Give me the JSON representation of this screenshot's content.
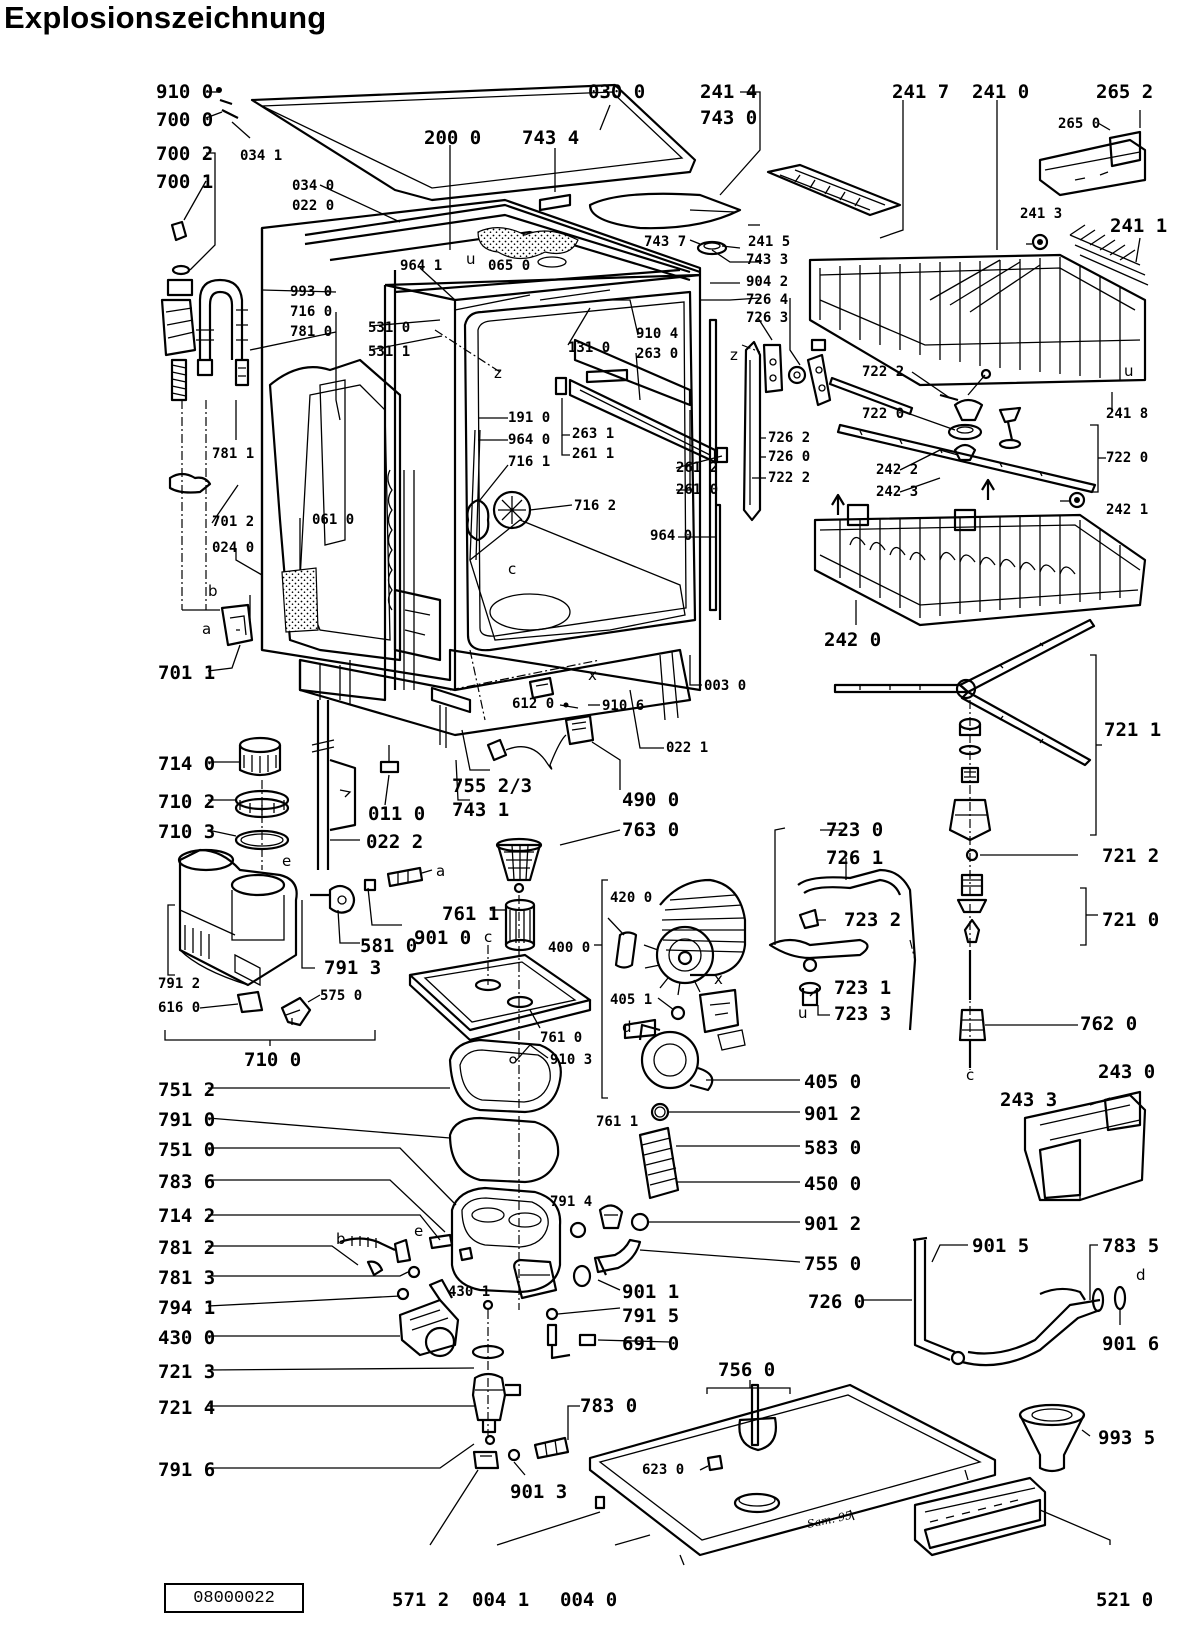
{
  "title": "Explosionszeichnung",
  "document_number": "08000022",
  "signature": "Sam. 95",
  "part_labels": [
    "910 0",
    "700 0",
    "700 2",
    "700 1",
    "034 1",
    "030 0",
    "200 0",
    "743 4",
    "241 4",
    "743 0",
    "241 7",
    "241 0",
    "265 2",
    "265 0",
    "034 0",
    "022 0",
    "743 7",
    "241 5",
    "241 3",
    "241 1",
    "065 0",
    "964 1",
    "743 3",
    "904 2",
    "726 4",
    "726 3",
    "993 0",
    "716 0",
    "781 0",
    "531 0",
    "531 1",
    "910 4",
    "263 0",
    "131 0",
    "722 2",
    "722 0",
    "241 8",
    "722 0",
    "781 1",
    "191 0",
    "964 0",
    "716 1",
    "263 1",
    "261 1",
    "261 2",
    "261 0",
    "726 2",
    "726 0",
    "722 2",
    "242 2",
    "242 3",
    "242 1",
    "701 2",
    "024 0",
    "061 0",
    "716 2",
    "964 0",
    "701 1",
    "242 0",
    "003 0",
    "612 0",
    "910 6",
    "022 1",
    "721 1",
    "714 0",
    "710 2",
    "710 3",
    "755 2/3",
    "743 1",
    "490 0",
    "011 0",
    "022 2",
    "763 0",
    "723 0",
    "726 1",
    "721 2",
    "420 0",
    "761 1",
    "400 0",
    "723 2",
    "721 0",
    "581 0",
    "901 0",
    "791 3",
    "791 2",
    "616 0",
    "575 0",
    "405 1",
    "761 0",
    "910 3",
    "723 1",
    "723 3",
    "762 0",
    "710 0",
    "751 2",
    "405 0",
    "243 0",
    "791 0",
    "761 1",
    "901 2",
    "243 3",
    "751 0",
    "583 0",
    "783 6",
    "450 0",
    "791 4",
    "714 2",
    "901 2",
    "781 2",
    "755 0",
    "901 5",
    "783 5",
    "781 3",
    "901 1",
    "794 1",
    "430 1",
    "791 5",
    "726 0",
    "430 0",
    "691 0",
    "901 6",
    "721 3",
    "756 0",
    "721 4",
    "783 0",
    "993 5",
    "791 6",
    "623 0",
    "901 3",
    "571 2",
    "004 1",
    "004 0",
    "521 0"
  ],
  "reference_letters": [
    "u",
    "z",
    "z",
    "c",
    "c",
    "c",
    "d",
    "d",
    "b",
    "a",
    "b",
    "a",
    "e",
    "e",
    "x",
    "x",
    "u",
    "u"
  ]
}
